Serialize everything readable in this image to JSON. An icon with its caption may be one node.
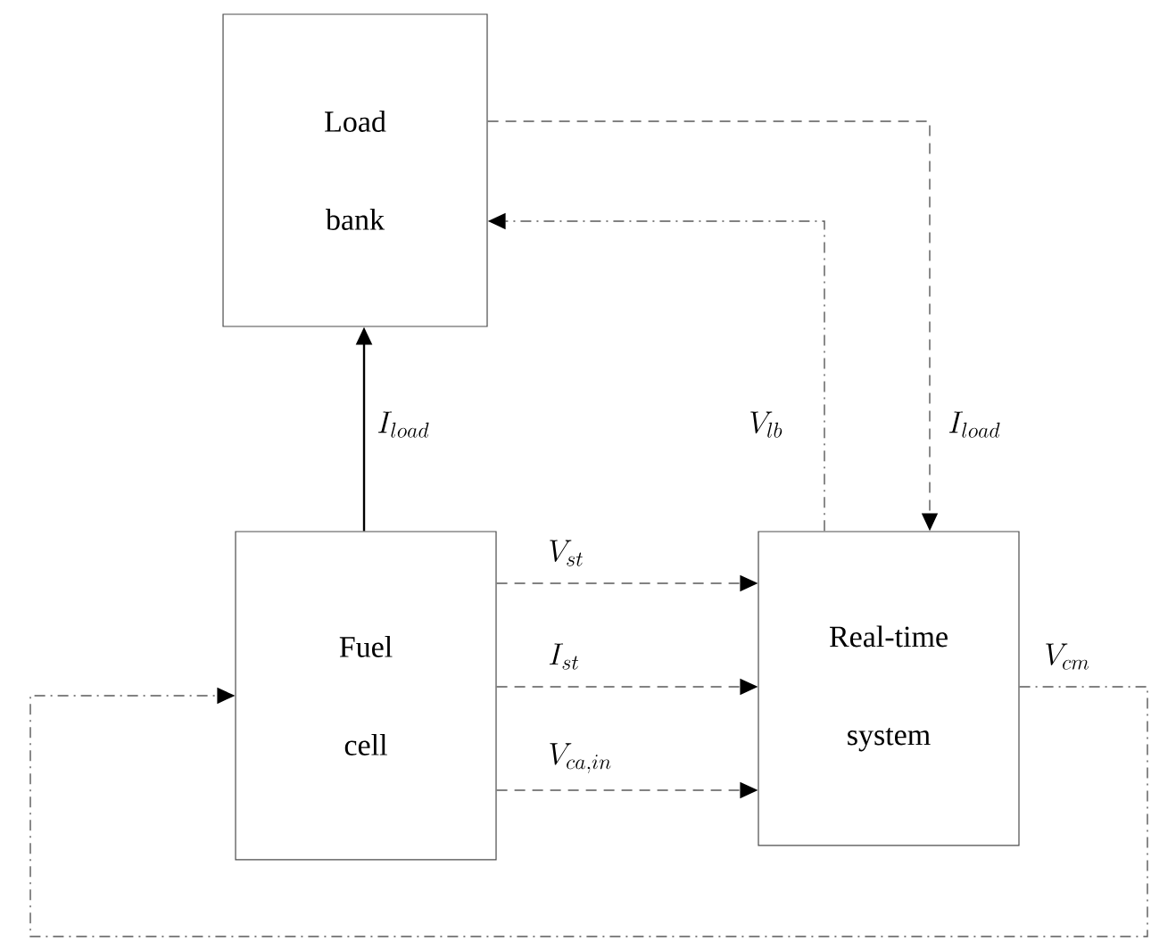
{
  "diagram": {
    "nodes": [
      {
        "text": [
          "Load bank"
        ]
      },
      {
        "text": [
          "Fuel cell"
        ]
      },
      {
        "text": [
          "Real-time system"
        ]
      }
    ],
    "edges": [
      {
        "from": 1,
        "to": 0,
        "arrow": "to",
        "label": "I_{load}"
      },
      {
        "from": 0,
        "to": 2,
        "arrow": "to",
        "style": "dashed",
        "label": "I_{load}"
      },
      {
        "from": 2,
        "to": 0,
        "arrow": "to",
        "style": "dashed",
        "label": "V_{lb}"
      },
      {
        "from": 1,
        "to": 2,
        "arrow": "to",
        "style": "dashed",
        "label": "V_{st}"
      },
      {
        "from": 1,
        "to": 2,
        "arrow": "to",
        "style": "dashed",
        "label": "I_{st}"
      },
      {
        "from": 1,
        "to": 2,
        "arrow": "to",
        "style": "dashed",
        "label": "V_{ca,in}"
      },
      {
        "from": 2,
        "to": 1,
        "arrow": "to",
        "style": "dashed",
        "label": "V_{cm}"
      }
    ]
  }
}
